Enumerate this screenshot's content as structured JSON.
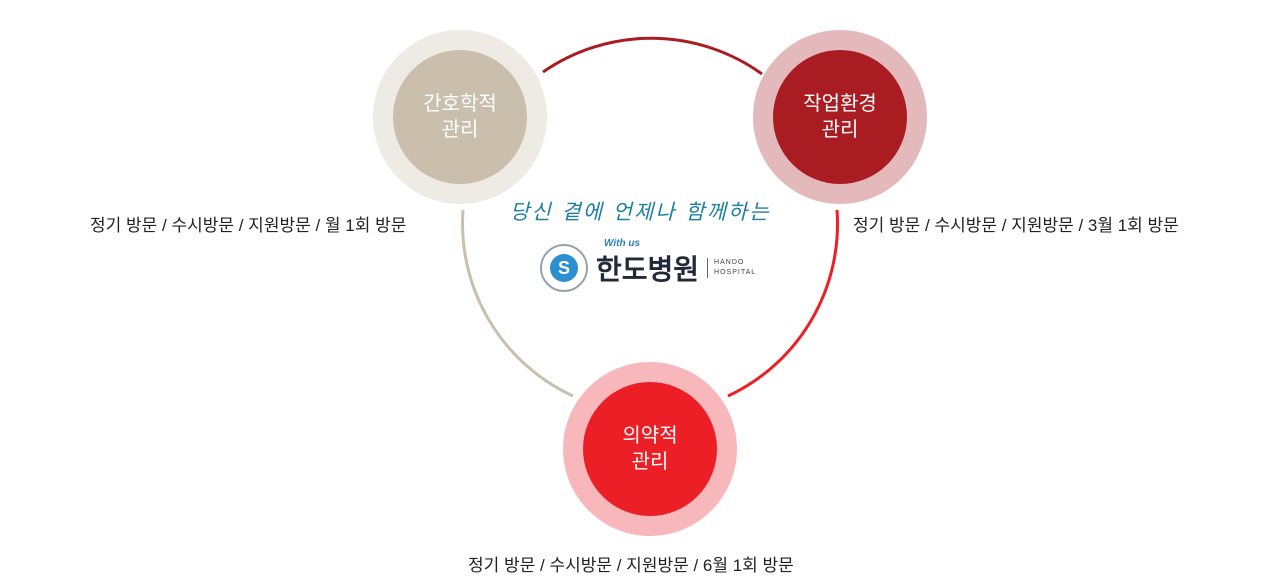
{
  "nodes": [
    {
      "title1": "간호학적",
      "title2": "관리",
      "caption": "정기 방문 / 수시방문 / 지원방문 / 월 1회 방문"
    },
    {
      "title1": "작업환경",
      "title2": "관리",
      "caption": "정기 방문 / 수시방문 / 지원방문 / 3월 1회 방문"
    },
    {
      "title1": "의약적",
      "title2": "관리",
      "caption": "정기 방문 / 수시방문 / 지원방문 / 6월 1회 방문"
    }
  ],
  "center": {
    "slogan": "당신 곁에 언제나 함께하는",
    "with": "With us",
    "name": "한도병원",
    "en1": "HANDO",
    "en2": "HOSPITAL"
  },
  "colors": {
    "beige": "#c9bfac",
    "darkred": "#a91d22",
    "red": "#ec1f27"
  }
}
